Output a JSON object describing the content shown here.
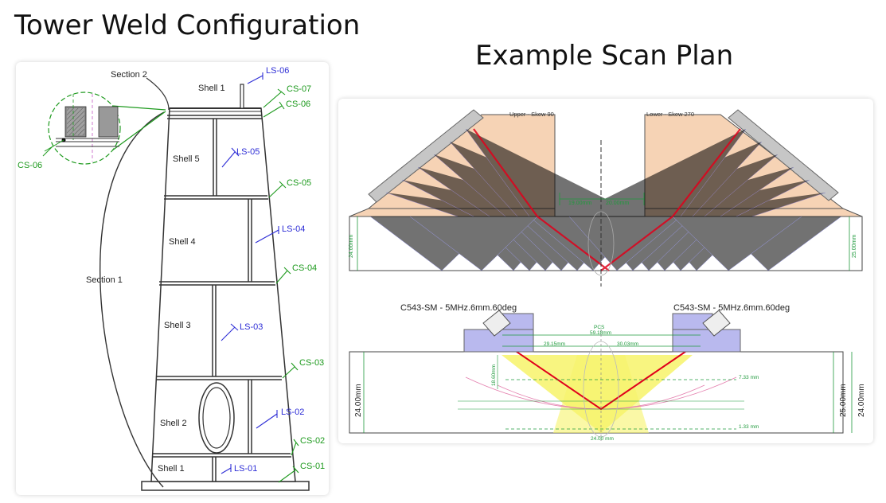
{
  "titles": {
    "left": "Tower Weld Configuration",
    "right": "Example Scan Plan"
  },
  "tower": {
    "section_labels": [
      "Section 2",
      "Section 1"
    ],
    "shells": [
      "Shell 1",
      "Shell 5",
      "Shell 4",
      "Shell 3",
      "Shell 2",
      "Shell 1"
    ],
    "ls_labels": [
      "LS-06",
      "LS-05",
      "LS-04",
      "LS-03",
      "LS-02",
      "LS-01"
    ],
    "cs_labels": [
      "CS-07",
      "CS-06",
      "CS-05",
      "CS-04",
      "CS-03",
      "CS-02",
      "CS-01"
    ],
    "detail_label": "CS-06",
    "colors": {
      "ls": "#2d2dd6",
      "cs": "#1e9a1e",
      "outline": "#333333"
    }
  },
  "scan_plan": {
    "upper": {
      "probe_left": "Upper - Skew 90",
      "probe_right": "Lower - Skew 270",
      "dim_left": "19.00mm",
      "dim_right": "20.00mm",
      "thickness_left": "24.00mm",
      "thickness_right": "25.00mm"
    },
    "lower": {
      "probe_left": "C543-SM - 5MHz.6mm.60deg",
      "probe_right": "C543-SM - 5MHz.6mm.60deg",
      "pcs": "PCS",
      "pcs_value": "59.18mm",
      "offset_left": "29.15mm",
      "offset_right": "30.03mm",
      "thickness_left": "24.00mm",
      "thickness_right": "25.00mm",
      "depth_a": "7.33 mm",
      "depth_b": "1.33 mm",
      "side_small": "18.60mm",
      "bottom_small": "24.00 mm"
    },
    "colors": {
      "beam_red": "#e0001b",
      "beam_blue": "#4a4ad8",
      "wedge": "#f6d3b5",
      "probe_lower": "#b9b9ee",
      "yellow": "#f7f36a",
      "dim_green": "#1f9a3c"
    }
  }
}
